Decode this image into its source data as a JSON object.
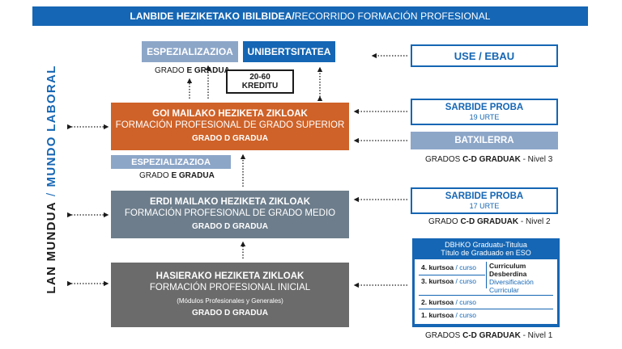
{
  "header": {
    "title_bold": "LANBIDE HEZIKETAKO IBILBIDEA",
    "separator": " / ",
    "title_regular": "RECORRIDO FORMACIÓN PROFESIONAL"
  },
  "side_label": {
    "lan": "LAN MUNDUA",
    "slash": "/",
    "mundo": "MUNDO LABORAL"
  },
  "top": {
    "espec": "ESPEZIALIZAZIOA",
    "unib": "UNIBERTSITATEA",
    "grado_prefix": "GRADO ",
    "grado_bold": "E GRADUA",
    "credits_line1": "20-60",
    "credits_line2": "KREDITU"
  },
  "goi": {
    "line1": "GOI MAILAKO HEZIKETA ZIKLOAK",
    "line2": "FORMACIÓN PROFESIONAL DE GRADO SUPERIOR",
    "line3": "GRADO D GRADUA"
  },
  "espec2": {
    "label": "ESPEZIALIZAZIOA",
    "grado_prefix": "GRADO ",
    "grado_bold": "E GRADUA"
  },
  "erdi": {
    "line1": "ERDI MAILAKO HEZIKETA ZIKLOAK",
    "line2": "FORMACIÓN PROFESIONAL DE GRADO MEDIO",
    "line3": "GRADO D GRADUA"
  },
  "hasierako": {
    "line1": "HASIERAKO HEZIKETA ZIKLOAK",
    "line2": "FORMACIÓN PROFESIONAL INICIAL",
    "line3": "(Módulos Profesionales y Generales)",
    "line4": "GRADO D GRADUA"
  },
  "right": {
    "use_ebau": "USE / EBAU",
    "sarbide1_title": "SARBIDE PROBA",
    "sarbide1_sub": "19 URTE",
    "batxilerra": "BATXILERRA",
    "caption3_prefix": "GRADOS ",
    "caption3_bold": "C-D GRADUAK",
    "caption3_suffix": " - Nivel 3",
    "sarbide2_title": "SARBIDE PROBA",
    "sarbide2_sub": "17 URTE",
    "caption2_prefix": "GRADO ",
    "caption2_bold": "C-D GRADUAK",
    "caption2_suffix": " - Nivel 2",
    "caption1_prefix": "GRADOS ",
    "caption1_bold": "C-D GRADUAK",
    "caption1_suffix": " - Nivel 1"
  },
  "dbhko": {
    "head1": "DBHKO Graduatu-Titulua",
    "head2": "Título de Graduado en ESO",
    "k4_num": "4. kurtsoa",
    "k4_cu": " / curso",
    "k3_num": "3. kurtsoa",
    "k3_cu": " / curso",
    "k2_num": "2. kurtsoa",
    "k2_cu": " / curso",
    "k1_num": "1. kurtsoa",
    "k1_cu": " / curso",
    "curr1": "Curriculum",
    "curr2": "Desberdina",
    "curr3": "Diversificación",
    "curr4": "Curricular"
  },
  "colors": {
    "blue": "#1566b4",
    "light_blue": "#8ca6c8",
    "orange": "#cf6228",
    "slate": "#6d7d8b",
    "gray": "#6b6b6b"
  }
}
